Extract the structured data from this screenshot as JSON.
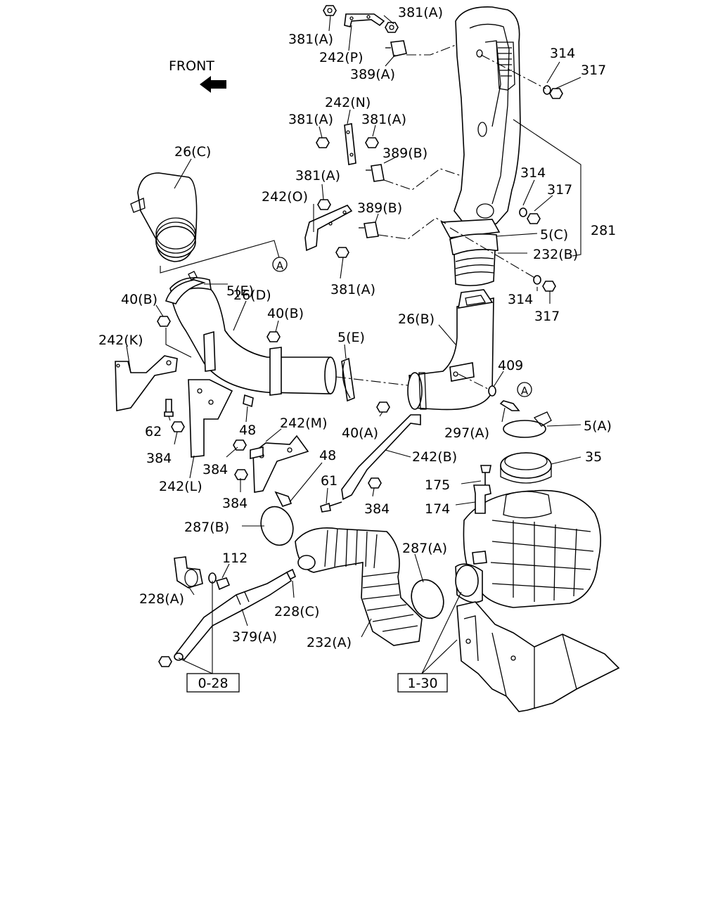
{
  "front": {
    "label": "FRONT"
  },
  "circle_ref": "A",
  "labels": {
    "l381a_1": "381(A)",
    "l381a_2": "381(A)",
    "l242p": "242(P)",
    "l389a": "389(A)",
    "l314_1": "314",
    "l317_1": "317",
    "l242n": "242(N)",
    "l381a_3": "381(A)",
    "l381a_4": "381(A)",
    "l389b_1": "389(B)",
    "l381a_5": "381(A)",
    "l242o": "242(O)",
    "l389b_2": "389(B)",
    "l381a_6": "381(A)",
    "l314_2": "314",
    "l317_2": "317",
    "l5c": "5(C)",
    "l281": "281",
    "l232b": "232(B)",
    "l314_3": "314",
    "l317_3": "317",
    "l26c": "26(C)",
    "l5e_1": "5(E)",
    "l26d": "26(D)",
    "l40b_1": "40(B)",
    "l40b_2": "40(B)",
    "l242k": "242(K)",
    "l5e_2": "5(E)",
    "l26b": "26(B)",
    "l409": "409",
    "l62": "62",
    "l48_1": "48",
    "l242m": "242(M)",
    "l40a": "40(A)",
    "l297a": "297(A)",
    "l5a": "5(A)",
    "l384_1": "384",
    "l384_2": "384",
    "l48_2": "48",
    "l242b": "242(B)",
    "l35": "35",
    "l242l": "242(L)",
    "l384_3": "384",
    "l61": "61",
    "l175": "175",
    "l384_4": "384",
    "l174": "174",
    "l287b": "287(B)",
    "l112": "112",
    "l287a": "287(A)",
    "l228a": "228(A)",
    "l228c": "228(C)",
    "l379a": "379(A)",
    "l232a": "232(A)"
  },
  "ref_boxes": {
    "left": "0-28",
    "right": "1-30"
  }
}
